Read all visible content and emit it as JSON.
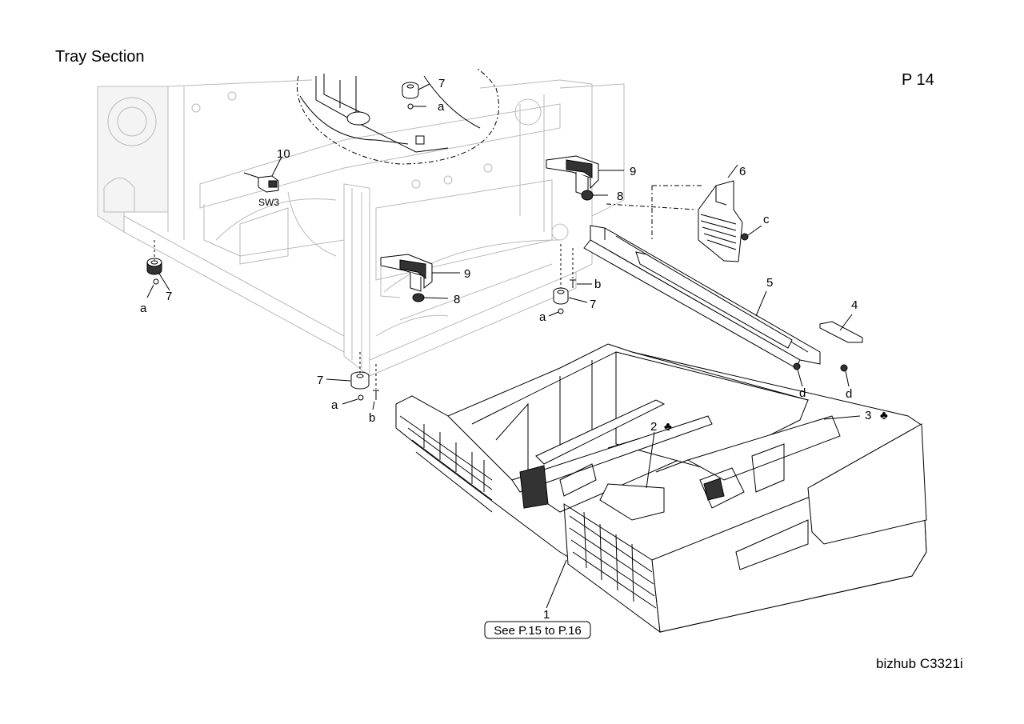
{
  "header": {
    "title": "Tray Section",
    "page": "P 14"
  },
  "footer": {
    "model": "bizhub C3321i"
  },
  "callouts": {
    "p1": "1",
    "p2": "2",
    "p3": "3",
    "p4": "4",
    "p5": "5",
    "p6": "6",
    "p7a": "7",
    "p7b": "7",
    "p7c": "7",
    "p7d": "7",
    "p8a": "8",
    "p8b": "8",
    "p9a": "9",
    "p9b": "9",
    "p10": "10",
    "sw3": "SW3",
    "a1": "a",
    "a2": "a",
    "a3": "a",
    "a4": "a",
    "b1": "b",
    "b2": "b",
    "c1": "c",
    "d1": "d",
    "d2": "d",
    "club2": "♣",
    "club3": "♣"
  },
  "reference": {
    "see": "See P.15 to P.16"
  }
}
